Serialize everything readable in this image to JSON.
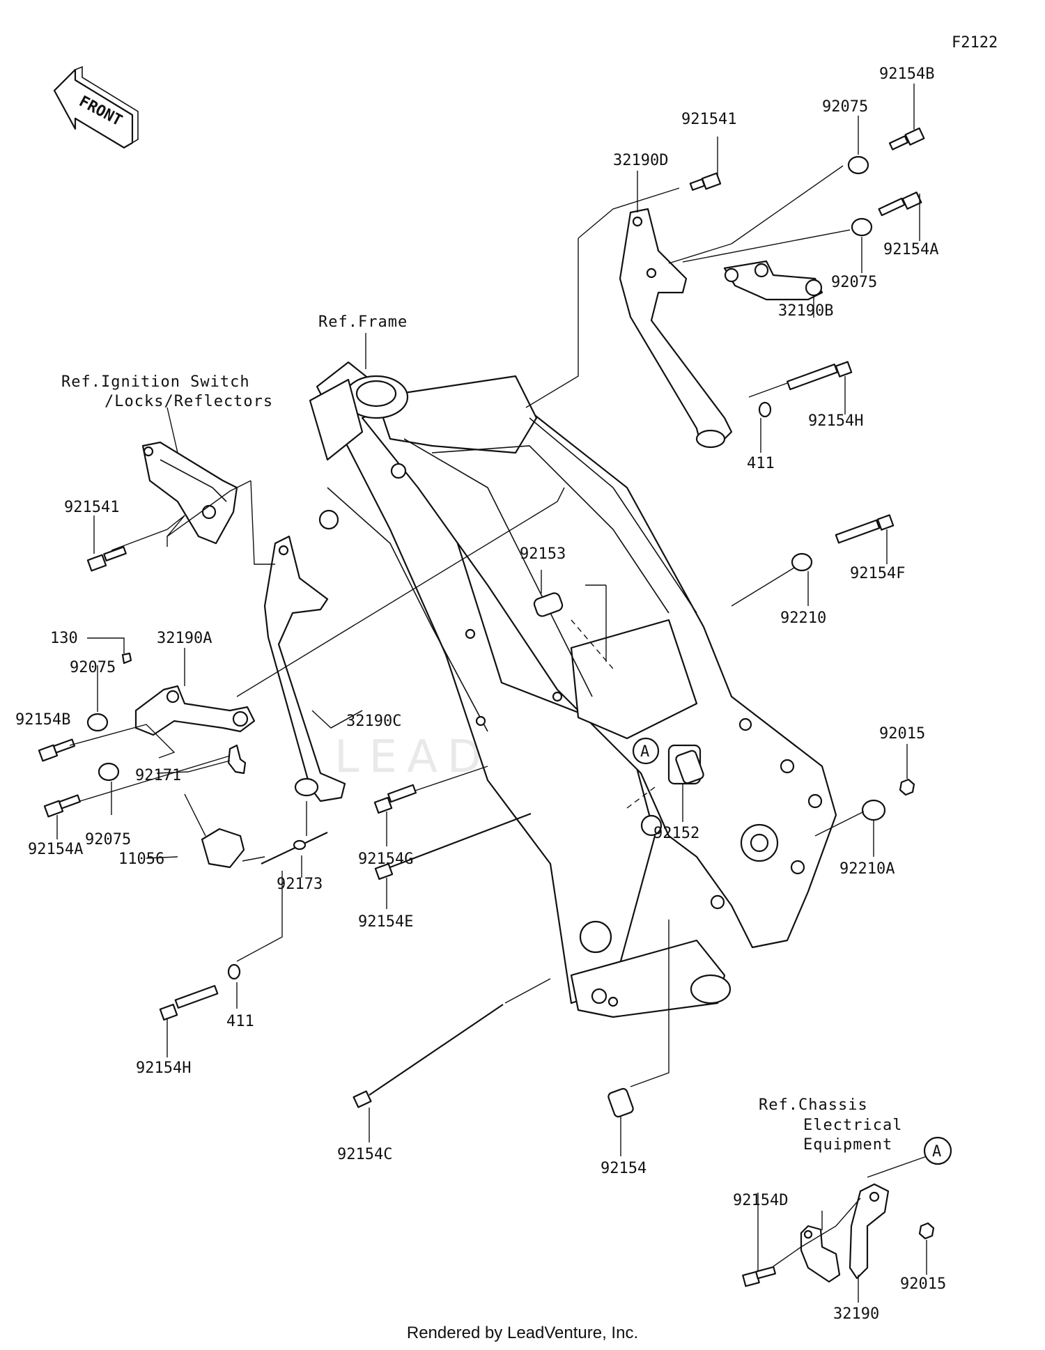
{
  "diagram_code": "F2122",
  "front_arrow_label": "FRONT",
  "references": {
    "frame": "Ref.Frame",
    "ignition_line1": "Ref.Ignition Switch",
    "ignition_line2": "/Locks/Reflectors",
    "chassis_line1": "Ref.Chassis",
    "chassis_line2": "Electrical",
    "chassis_line3": "Equipment"
  },
  "callout_marker": "A",
  "watermark": "LEADVENTURE",
  "footer": "Rendered by LeadVenture, Inc.",
  "parts": {
    "p32190D": "32190D",
    "p92154I_top": "921541",
    "p92075_top": "92075",
    "p92154B_top": "92154B",
    "p92154A_top": "92154A",
    "p92075_mid": "92075",
    "p32190B": "32190B",
    "p92154H_right": "92154H",
    "p411_right": "411",
    "p92154F": "92154F",
    "p92210": "92210",
    "p92153": "92153",
    "p92015_right": "92015",
    "p92210A": "92210A",
    "p92152": "92152",
    "p92154G": "92154G",
    "p92154E": "92154E",
    "p92154C": "92154C",
    "p92154": "92154",
    "p92154I_left": "921541",
    "p32190A": "32190A",
    "p130": "130",
    "p92075_left": "92075",
    "p92154B_left": "92154B",
    "p32190C": "32190C",
    "p92171": "92171",
    "p92075_lower": "92075",
    "p92154A_left": "92154A",
    "p11056": "11056",
    "p92173": "92173",
    "p92154H_left": "92154H",
    "p411_left": "411",
    "p92154D": "92154D",
    "p32190": "32190",
    "p92015_bottom": "92015"
  }
}
